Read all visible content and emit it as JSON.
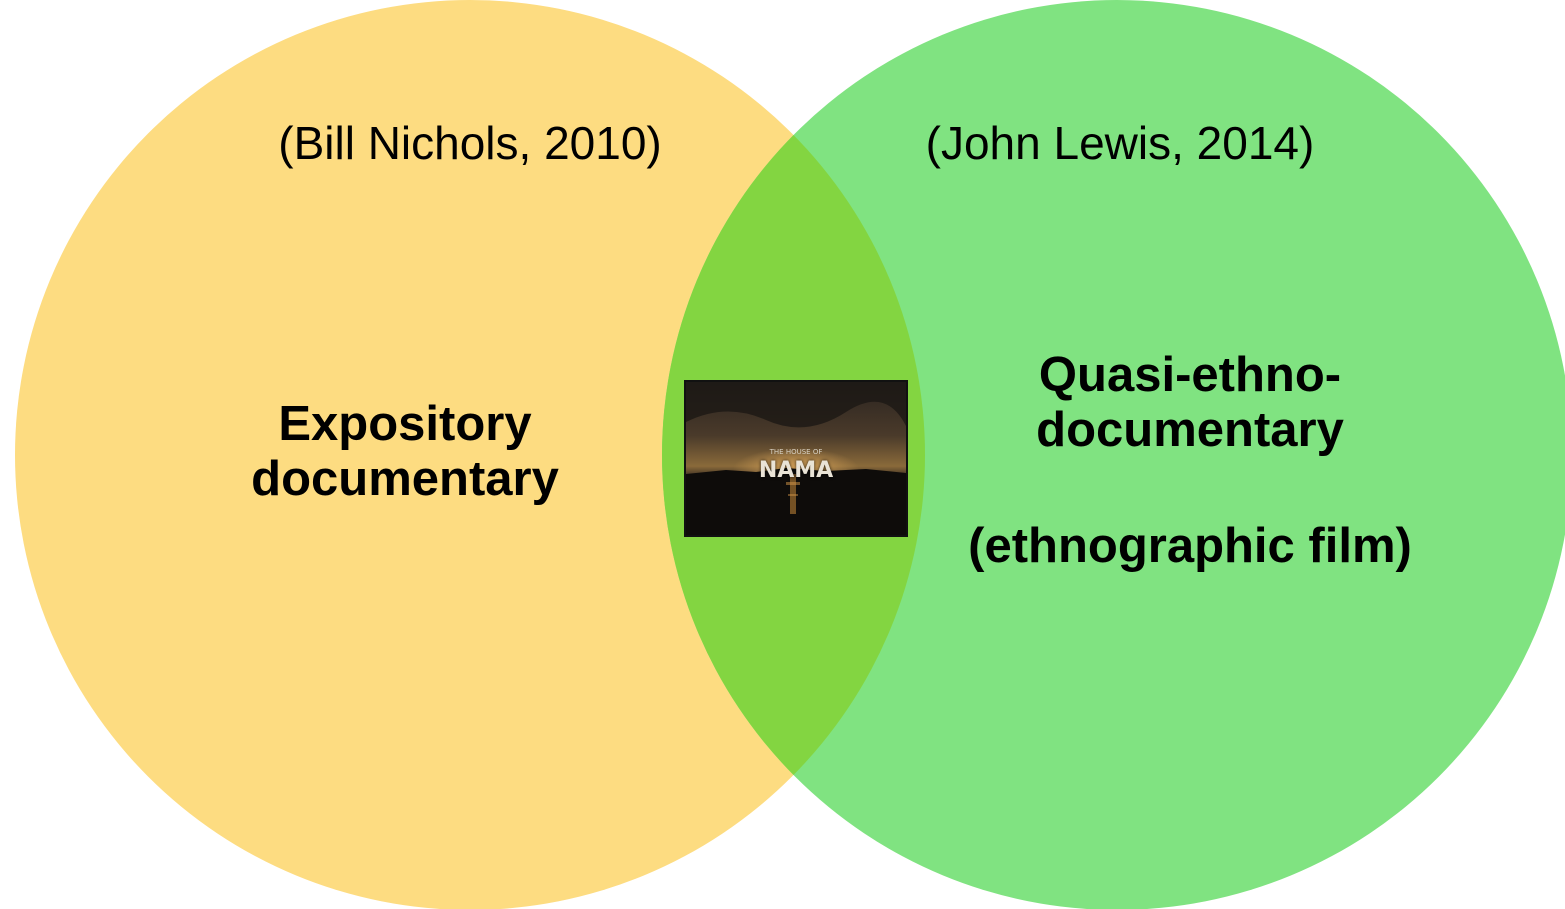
{
  "diagram": {
    "type": "venn",
    "colors": {
      "left_circle": "#FDDC81",
      "right_circle": "#80E381",
      "overlap": "#83D541",
      "text": "#000000"
    },
    "left_set": {
      "citation": "(Bill Nichols, 2010)",
      "concept_lines": [
        "Expository",
        "documentary"
      ]
    },
    "right_set": {
      "citation": "(John Lewis, 2014)",
      "concept_lines": [
        "Quasi-ethno-",
        "documentary"
      ],
      "concept_sub": "(ethnographic film)"
    },
    "intersection": {
      "image_icon": "film-still-sunset-over-water",
      "image_title": "NAMA",
      "image_kicker": "THE HOUSE OF"
    }
  }
}
